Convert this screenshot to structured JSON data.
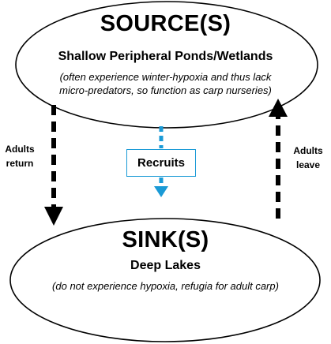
{
  "source": {
    "title": "SOURCE(S)",
    "subtitle": "Shallow Peripheral Ponds/Wetlands",
    "note_line1": "(often experience winter-hypoxia and thus lack",
    "note_line2": "micro-predators, so function as carp nurseries)"
  },
  "sink": {
    "title": "SINK(S)",
    "subtitle": "Deep Lakes",
    "note": "(do not experience hypoxia, refugia for adult carp)"
  },
  "left_arrow_label": {
    "line1": "Adults",
    "line2": "return"
  },
  "right_arrow_label": {
    "line1": "Adults",
    "line2": "leave"
  },
  "recruits_label": "Recruits",
  "colors": {
    "outline": "#000000",
    "recruits_accent": "#1a9ad6",
    "background": "#ffffff"
  }
}
